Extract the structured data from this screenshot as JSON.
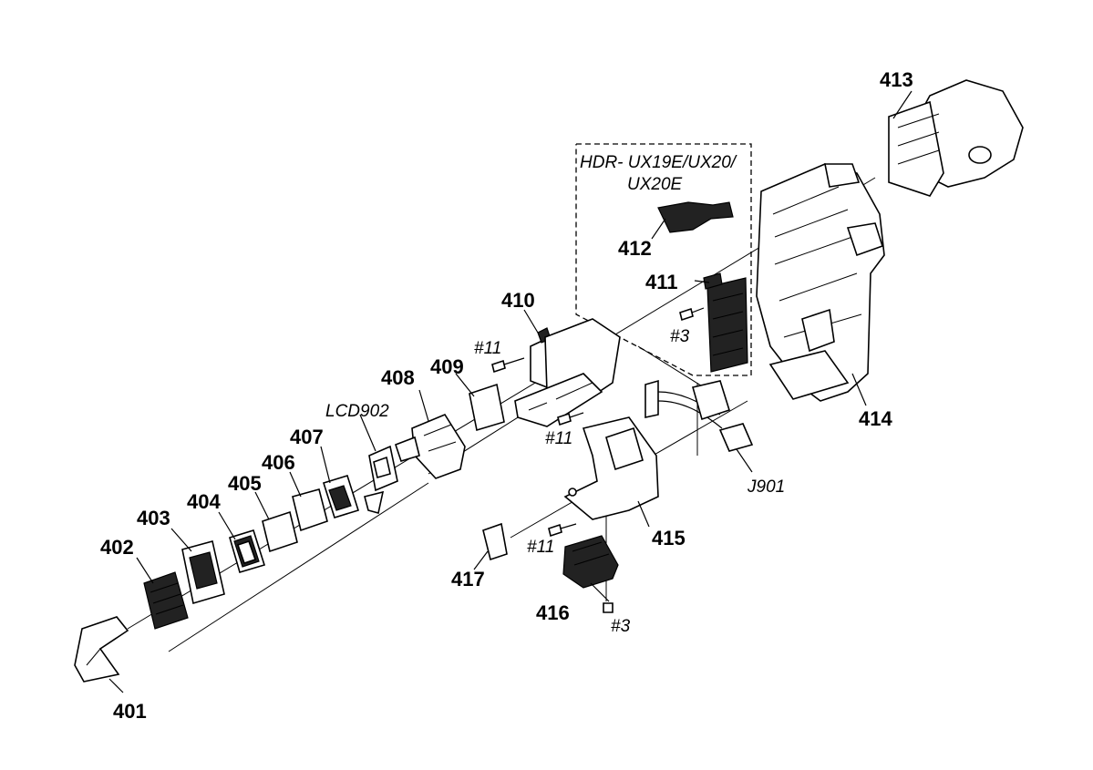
{
  "variant_box": {
    "title_line1": "HDR- UX19E/UX20/",
    "title_line2": "UX20E"
  },
  "part_labels": [
    "401",
    "402",
    "403",
    "404",
    "405",
    "406",
    "407",
    "408",
    "409",
    "410",
    "411",
    "412",
    "413",
    "414",
    "415",
    "416",
    "417"
  ],
  "ref_labels": {
    "lcd": "LCD902",
    "screw11_a": "#11",
    "screw11_b": "#11",
    "screw11_c": "#11",
    "screw3_a": "#3",
    "screw3_b": "#3",
    "connector": "J901"
  }
}
